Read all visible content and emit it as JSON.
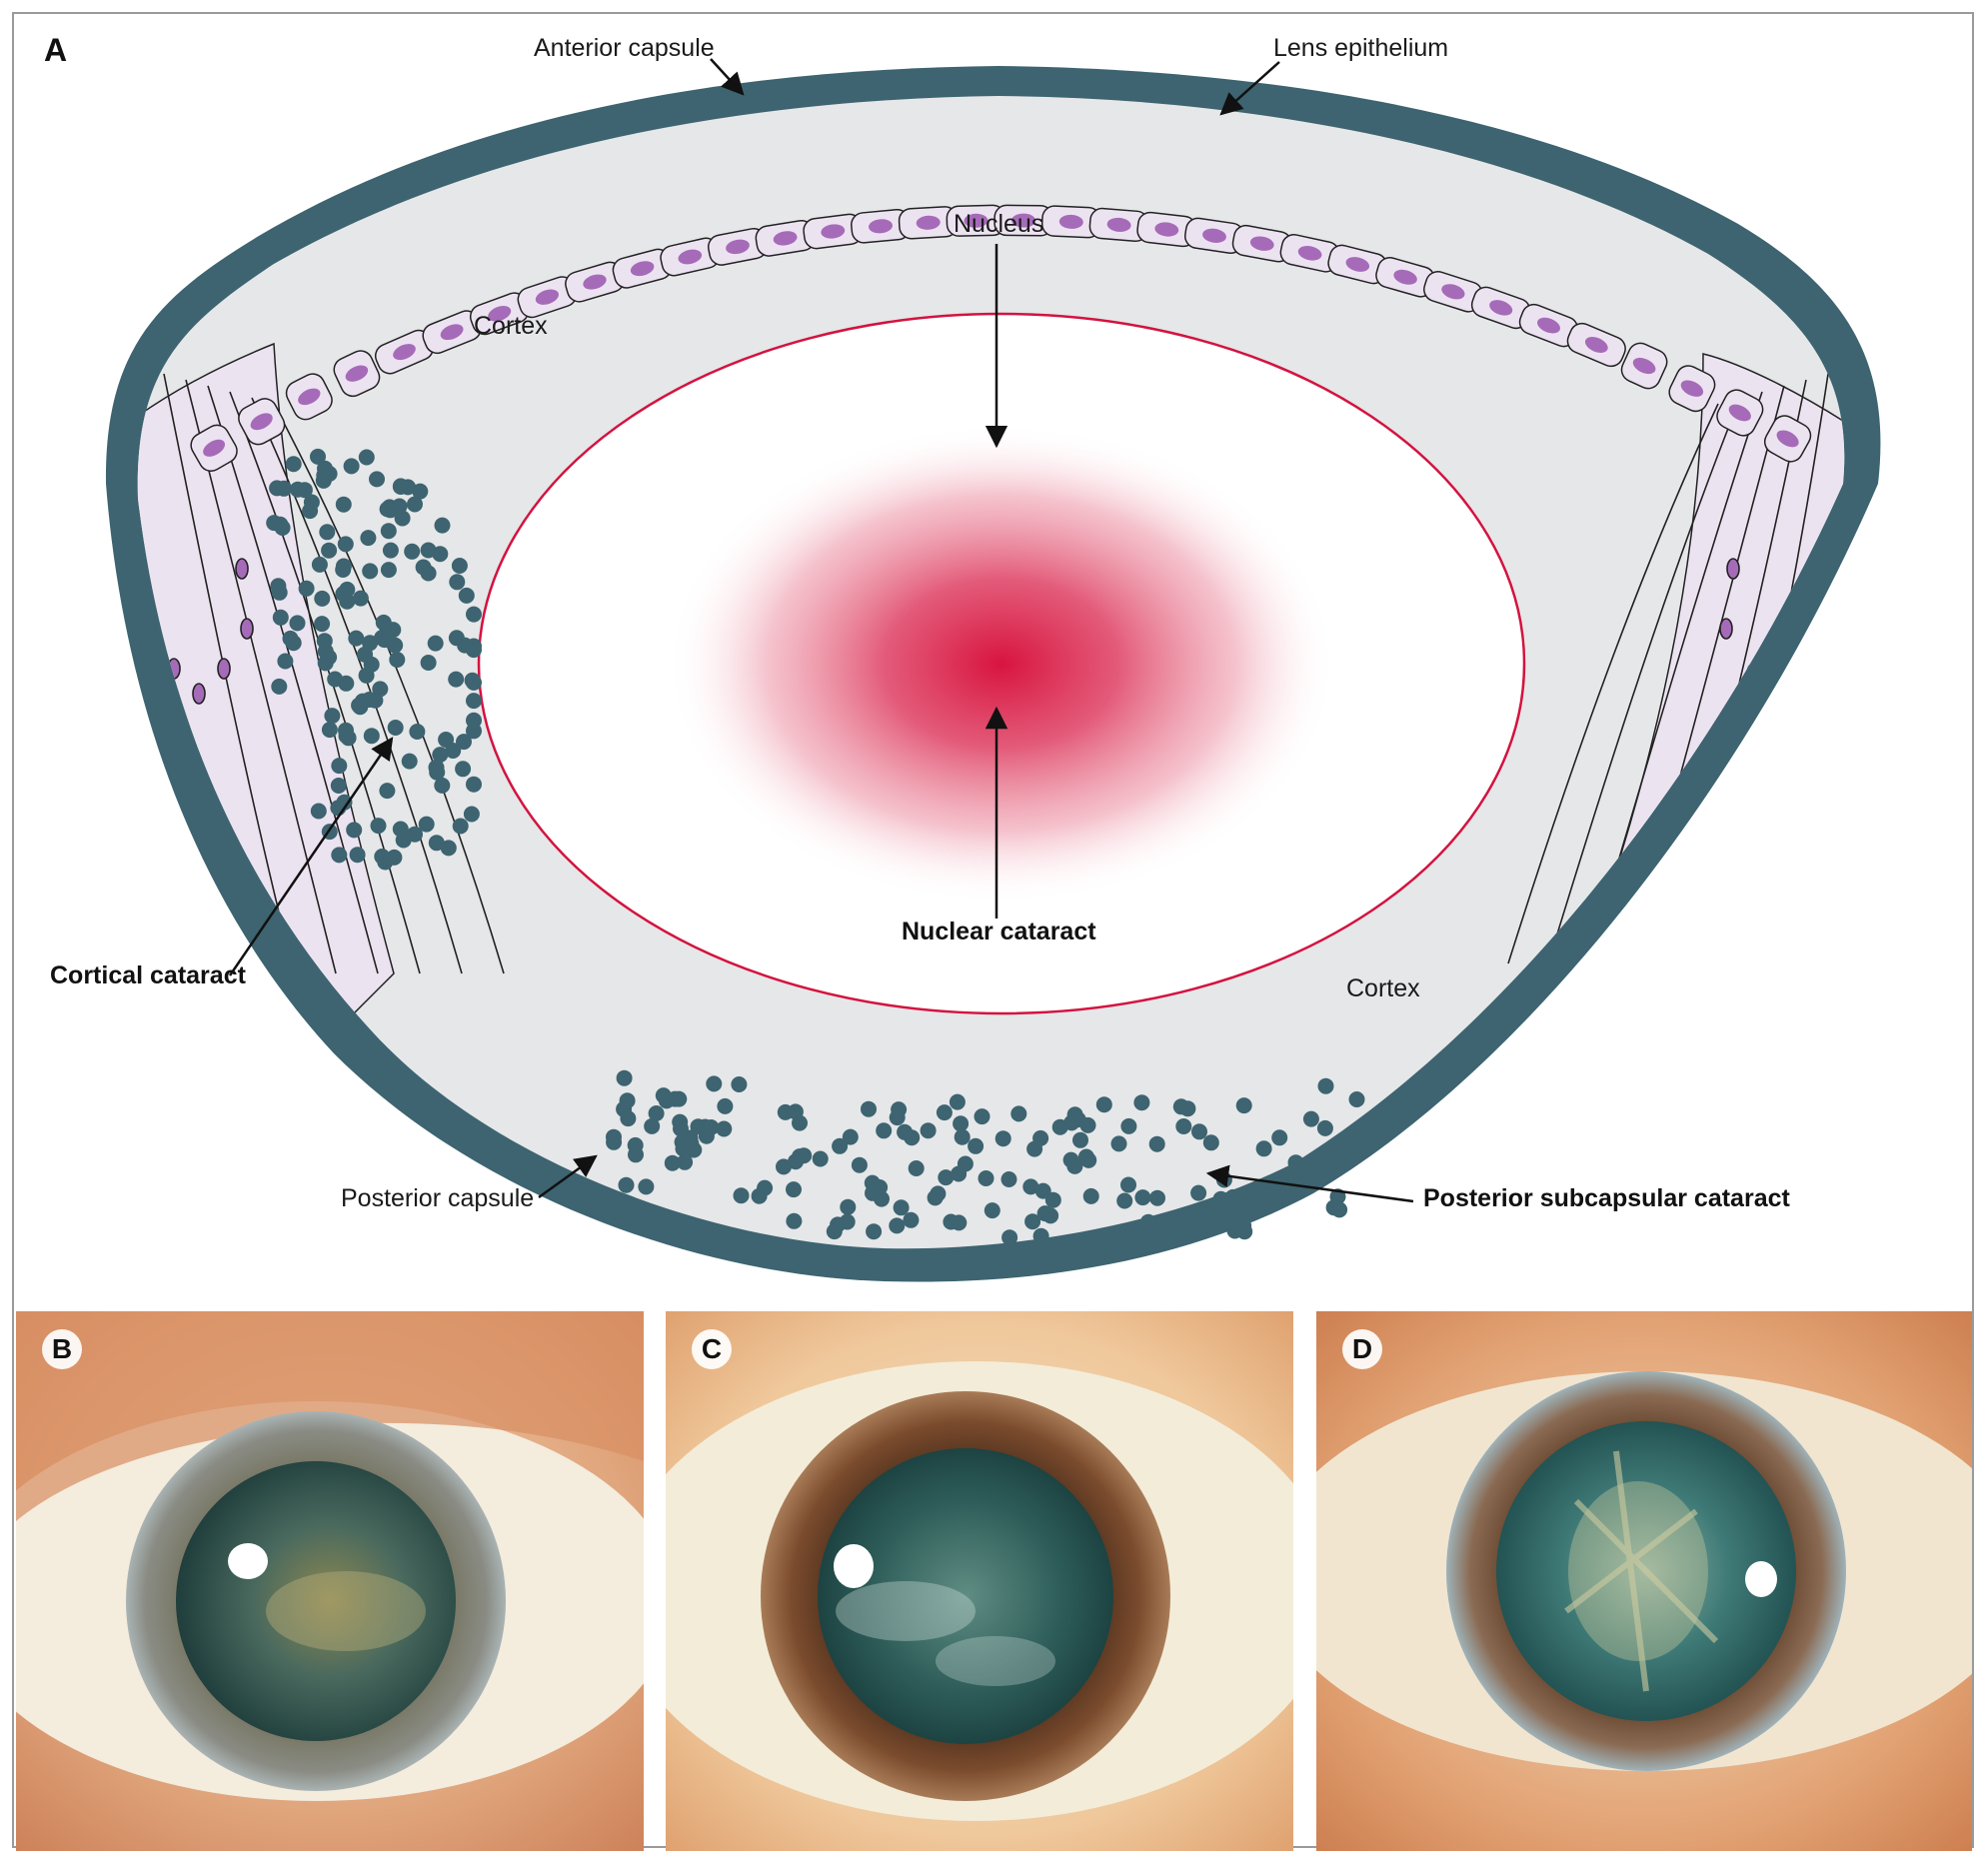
{
  "panels": {
    "a": "A",
    "b": "B",
    "c": "C",
    "d": "D"
  },
  "labels": {
    "anterior_capsule": "Anterior capsule",
    "lens_epithelium": "Lens epithelium",
    "nucleus": "Nucleus",
    "cortex_top": "Cortex",
    "cortex_bottom": "Cortex",
    "cortical_cataract": "Cortical cataract",
    "nuclear_cataract": "Nuclear cataract",
    "posterior_capsule": "Posterior capsule",
    "posterior_subcapsular_cataract": "Posterior subcapsular cataract"
  },
  "colors": {
    "capsule": "#3d6470",
    "cortex": "#e6e7e9",
    "cell_fill": "#ece3f1",
    "cell_nucleus": "#a66bb8",
    "nucleus_outline": "#d3133f",
    "nucleus_core": "#d8143f",
    "opacity_dots": "#3d6470"
  }
}
